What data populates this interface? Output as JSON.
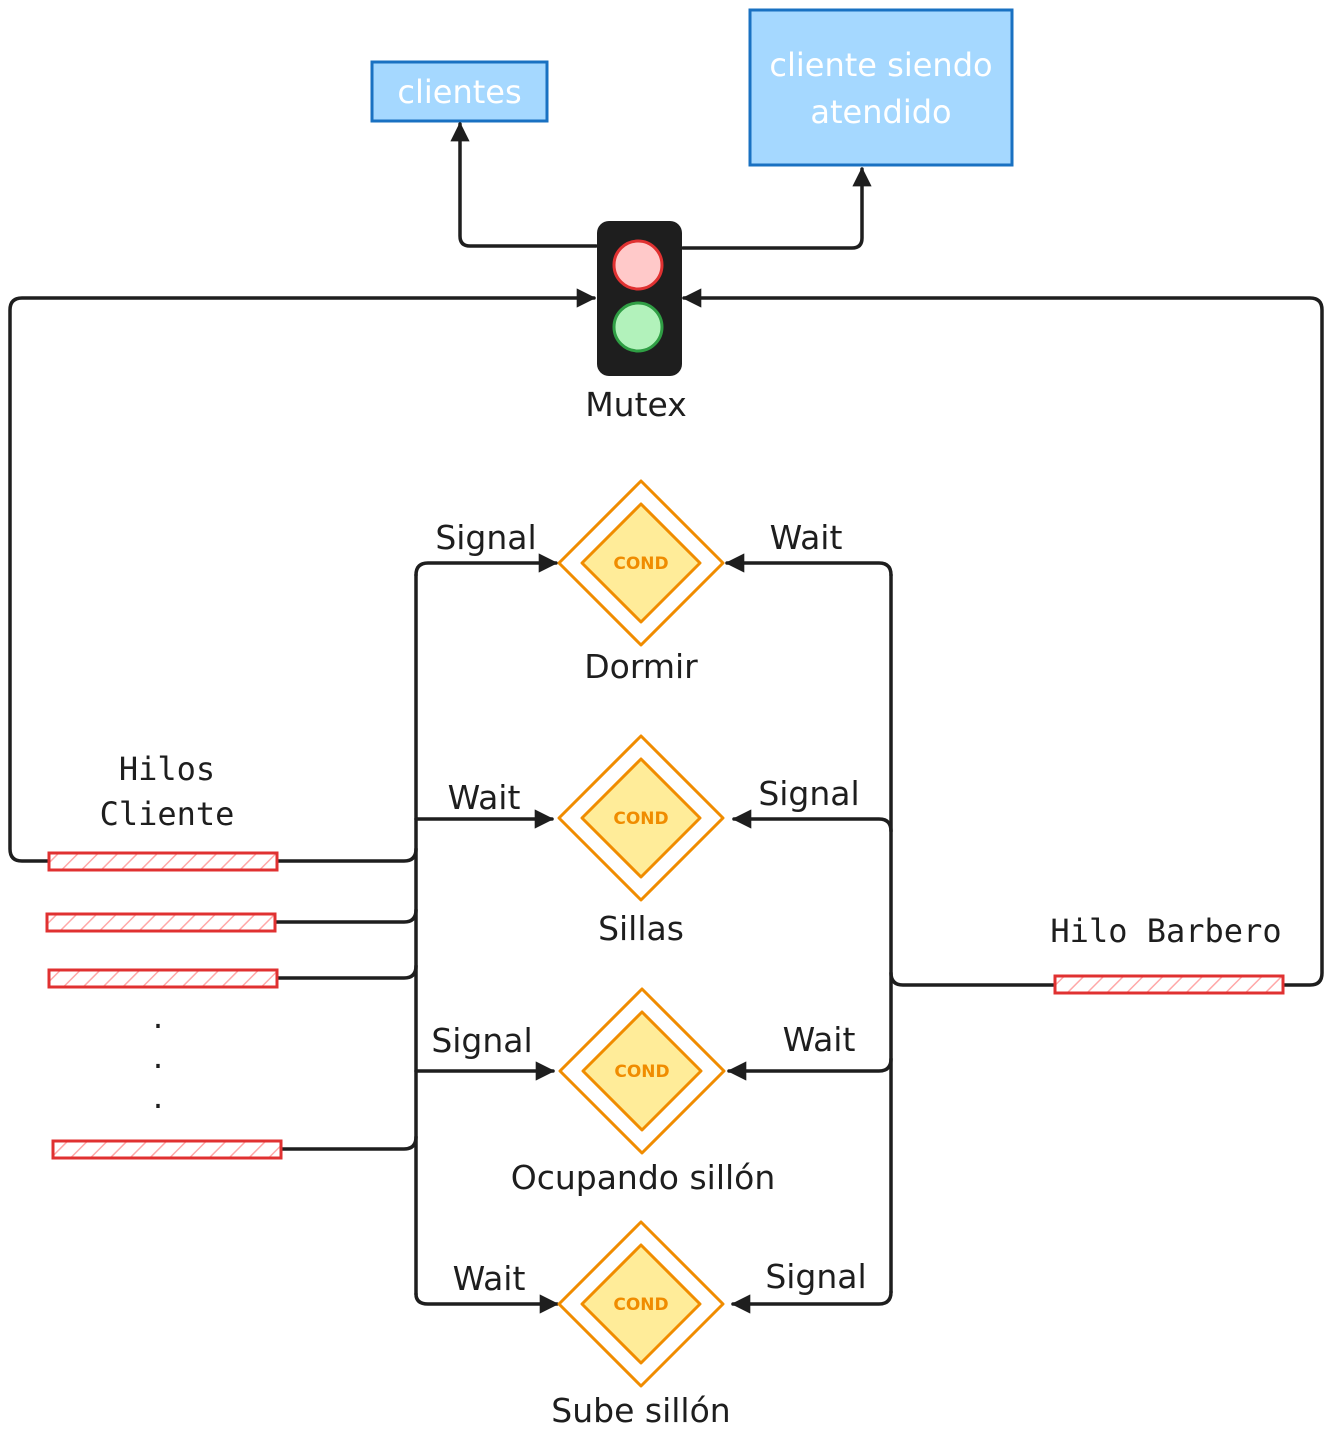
{
  "colors": {
    "line": "#1e1e1e",
    "box_fill": "#a5d8ff",
    "box_stroke": "#1971c2",
    "cond_fill": "#ffec99",
    "cond_stroke": "#f08c00",
    "thread_stroke": "#e03131",
    "light_red": "#ffc9c9",
    "light_green": "#b2f2bb"
  },
  "boxes": {
    "clientes": "clientes",
    "atendido_line1": "cliente siendo",
    "atendido_line2": "atendido"
  },
  "mutex": {
    "label": "Mutex",
    "icon": "traffic-light-icon"
  },
  "threads": {
    "clientes_line1": "Hilos",
    "clientes_line2": "Cliente",
    "barbero": "Hilo Barbero",
    "ellipsis": "."
  },
  "conditions": [
    {
      "badge": "COND",
      "label": "Dormir",
      "left_edge": "Signal",
      "right_edge": "Wait"
    },
    {
      "badge": "COND",
      "label": "Sillas",
      "left_edge": "Wait",
      "right_edge": "Signal"
    },
    {
      "badge": "COND",
      "label": "Ocupando sillón",
      "left_edge": "Signal",
      "right_edge": "Wait"
    },
    {
      "badge": "COND",
      "label": "Sube sillón",
      "left_edge": "Wait",
      "right_edge": "Signal"
    }
  ]
}
